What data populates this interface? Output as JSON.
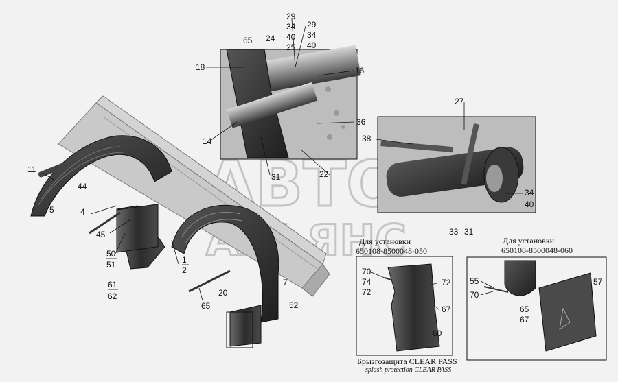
{
  "watermark": {
    "line1": "АВТО",
    "line2": "АЛЬЯНС"
  },
  "captions": {
    "install_a_title": "Для установки",
    "install_a_code": "650108-8500048-050",
    "install_b_title": "Для установки",
    "install_b_code": "650108-8500048-060",
    "product_ru": "Брызгозащита CLEAR PASS",
    "product_en": "splash protection CLEAR PASS"
  },
  "callouts": [
    {
      "id": "c1",
      "text": "29"
    },
    {
      "id": "c2",
      "text": "34"
    },
    {
      "id": "c3",
      "text": "40"
    },
    {
      "id": "c4",
      "text": "25"
    },
    {
      "id": "c5",
      "text": "29"
    },
    {
      "id": "c6",
      "text": "34"
    },
    {
      "id": "c7",
      "text": "40"
    },
    {
      "id": "c8",
      "text": "65"
    },
    {
      "id": "c9",
      "text": "24"
    },
    {
      "id": "c10",
      "text": "18"
    },
    {
      "id": "c11",
      "text": "16"
    },
    {
      "id": "c12",
      "text": "36"
    },
    {
      "id": "c13",
      "text": "14"
    },
    {
      "id": "c14",
      "text": "31"
    },
    {
      "id": "c15",
      "text": "22"
    },
    {
      "id": "c16",
      "text": "27"
    },
    {
      "id": "c17",
      "text": "38"
    },
    {
      "id": "c18",
      "text": "34"
    },
    {
      "id": "c19",
      "text": "40"
    },
    {
      "id": "c20",
      "text": "33"
    },
    {
      "id": "c21",
      "text": "31"
    },
    {
      "id": "c22",
      "text": "11"
    },
    {
      "id": "c23",
      "text": "44"
    },
    {
      "id": "c24",
      "text": "5"
    },
    {
      "id": "c25",
      "text": "4"
    },
    {
      "id": "c26",
      "text": "45"
    },
    {
      "id": "c27",
      "text": "50"
    },
    {
      "id": "c28",
      "text": "51"
    },
    {
      "id": "c29",
      "text": "61"
    },
    {
      "id": "c30",
      "text": "62"
    },
    {
      "id": "c31",
      "text": "1"
    },
    {
      "id": "c32",
      "text": "2"
    },
    {
      "id": "c33",
      "text": "7"
    },
    {
      "id": "c34",
      "text": "20"
    },
    {
      "id": "c35",
      "text": "52"
    },
    {
      "id": "c36",
      "text": "65"
    },
    {
      "id": "c37",
      "text": "70"
    },
    {
      "id": "c38",
      "text": "74"
    },
    {
      "id": "c39",
      "text": "72"
    },
    {
      "id": "c40",
      "text": "72"
    },
    {
      "id": "c41",
      "text": "67"
    },
    {
      "id": "c42",
      "text": "60"
    },
    {
      "id": "c43",
      "text": "55"
    },
    {
      "id": "c44",
      "text": "70"
    },
    {
      "id": "c45",
      "text": "57"
    },
    {
      "id": "c46",
      "text": "65"
    },
    {
      "id": "c47",
      "text": "67"
    }
  ],
  "colors": {
    "line": "#111111",
    "part_dark": "#2b2b2b",
    "part_mid": "#7a7a7a",
    "inset_bg": "#b9b9b9",
    "frame": "#cfcfcf"
  }
}
